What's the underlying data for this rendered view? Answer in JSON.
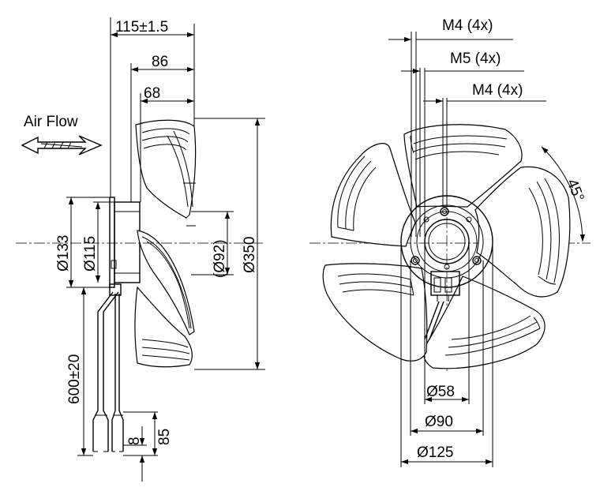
{
  "labels": {
    "air_flow": "Air Flow",
    "depth_overall": "115±1.5",
    "depth_86": "86",
    "depth_68": "68",
    "dia_133": "Ø133",
    "dia_115": "Ø115",
    "dia_92": "(Ø92)",
    "dia_350": "Ø350",
    "cable_length": "600±20",
    "dim_8": "8",
    "dim_85": "85",
    "thread_m4_top": "M4 (4x)",
    "thread_m5": "M5 (4x)",
    "thread_m4_lower": "M4 (4x)",
    "angle_45": "45°",
    "dia_58": "Ø58",
    "dia_90": "Ø90",
    "dia_125": "Ø125"
  },
  "icons": {
    "air_flow_arrow": "hollow-left-arrow"
  }
}
